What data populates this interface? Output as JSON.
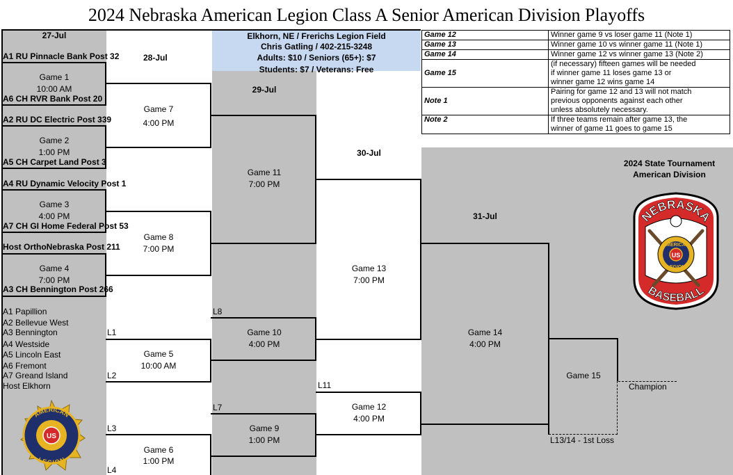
{
  "title": "2024 Nebraska American Legion Class A Senior American Division Playoffs",
  "dates": {
    "d1": "27-Jul",
    "d2": "28-Jul",
    "d3": "29-Jul",
    "d4": "30-Jul",
    "d5": "31-Jul"
  },
  "venue": {
    "line1": "Elkhorn, NE / Frerichs Legion Field",
    "line2": "Chris Gatling / 402-215-3248",
    "line3": "Adults: $10 / Seniors (65+): $7",
    "line4": "Students: $7 / Veterans: Free"
  },
  "teams": {
    "t1": "A1 RU Pinnacle Bank Post 32",
    "t2": "A6 CH RVR Bank Post 20",
    "t3": "A2 RU DC Electric Post 339",
    "t4": "A5 CH Carpet Land Post 3",
    "t5": "A4 RU Dynamic Velocity Post 1",
    "t6": "A7 CH GI Home Federal Post 53",
    "t7": "Host OrthoNebraska Post 211",
    "t8": "A3 CH Bennington Post 266"
  },
  "games": {
    "g1": {
      "name": "Game 1",
      "time": "10:00 AM"
    },
    "g2": {
      "name": "Game 2",
      "time": "1:00 PM"
    },
    "g3": {
      "name": "Game 3",
      "time": "4:00 PM"
    },
    "g4": {
      "name": "Game 4",
      "time": "7:00 PM"
    },
    "g5": {
      "name": "Game 5",
      "time": "10:00 AM"
    },
    "g6": {
      "name": "Game 6",
      "time": "1:00 PM"
    },
    "g7": {
      "name": "Game 7",
      "time": "4:00 PM"
    },
    "g8": {
      "name": "Game 8",
      "time": "7:00 PM"
    },
    "g9": {
      "name": "Game 9",
      "time": "1:00 PM"
    },
    "g10": {
      "name": "Game 10",
      "time": "4:00 PM"
    },
    "g11": {
      "name": "Game 11",
      "time": "7:00 PM"
    },
    "g12": {
      "name": "Game 12",
      "time": "4:00 PM"
    },
    "g13": {
      "name": "Game 13",
      "time": "7:00 PM"
    },
    "g14": {
      "name": "Game 14",
      "time": "4:00 PM"
    },
    "g15": {
      "name": "Game 15"
    }
  },
  "labels": {
    "l1": "L1",
    "l2": "L2",
    "l3": "L3",
    "l4": "L4",
    "l7": "L7",
    "l8": "L8",
    "l11": "L11",
    "champion": "Champion",
    "loss": "L13/14 - 1st Loss"
  },
  "seeds": [
    "A1 Papillion",
    "A2 Bellevue West",
    "A3 Bennington",
    "A4 Westside",
    "A5 Lincoln East",
    "A6 Fremont",
    "A7 Greand Island",
    "Host Elkhorn"
  ],
  "notes": [
    {
      "key": "Game 12",
      "lines": [
        "Winner game 9 vs loser game 11 (Note 1)"
      ]
    },
    {
      "key": "Game 13",
      "lines": [
        "Winner game 10 vs winner game 11 (Note 1)"
      ]
    },
    {
      "key": "Game 14",
      "lines": [
        "Winner game 12 vs winner game 13 (Note 2)"
      ]
    },
    {
      "key": "Game 15",
      "lines": [
        "(if necessary) fifteen games will be needed",
        "if winner game 11 loses game 13 or",
        "winner game 12 wins game 14"
      ]
    },
    {
      "key": "Note 1",
      "lines": [
        "Pairing for game 12 and 13 will not match",
        "previous opponents against each other",
        "unless absolutely necessary."
      ]
    },
    {
      "key": "Note 2",
      "lines": [
        "If three teams remain after game 13, the",
        "winner of game 11 goes to game 15"
      ]
    }
  ],
  "state": {
    "line1": "2024 State Tournament",
    "line2": "American Division"
  },
  "logo_nebraska": {
    "top": "NEBRASKA",
    "middle1": "AMERICAN",
    "middle2": "LEGION",
    "center": "US",
    "bottom": "BASEBALL"
  },
  "logo_legion": {
    "top": "AMERICAN",
    "bottom": "LEGION",
    "center": "US"
  },
  "colors": {
    "gray": "#c0c0c0",
    "blue": "#c6d9f1",
    "red": "#d42a2a",
    "navy": "#1f2f6b",
    "gold": "#e6b422"
  }
}
